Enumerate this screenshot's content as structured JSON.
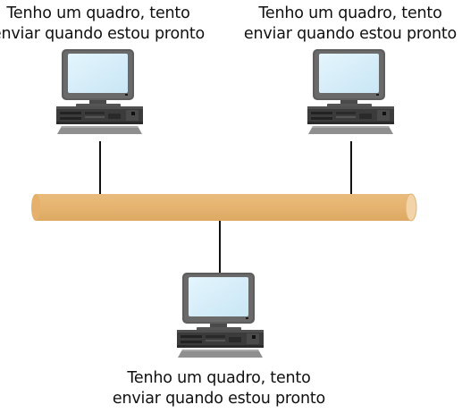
{
  "nodes": [
    {
      "id": "host-top-left",
      "caption_lines": [
        "Tenho um quadro, tento",
        "enviar quando estou pronto"
      ]
    },
    {
      "id": "host-top-right",
      "caption_lines": [
        "Tenho um quadro, tento",
        "enviar quando estou pronto"
      ]
    },
    {
      "id": "host-bottom",
      "caption_lines": [
        "Tenho um quadro, tento",
        "enviar quando estou pronto"
      ]
    }
  ],
  "colors": {
    "bus_fill": "#e6b470",
    "bus_end": "#f2d4a8",
    "monitor_frame": "#5d5d5d",
    "monitor_screen": "#d6eefa",
    "case_body": "#3b3b3b",
    "keyboard": "#8f8f8f",
    "connector": "#111111"
  },
  "icons": [
    "desktop-computer-icon"
  ]
}
